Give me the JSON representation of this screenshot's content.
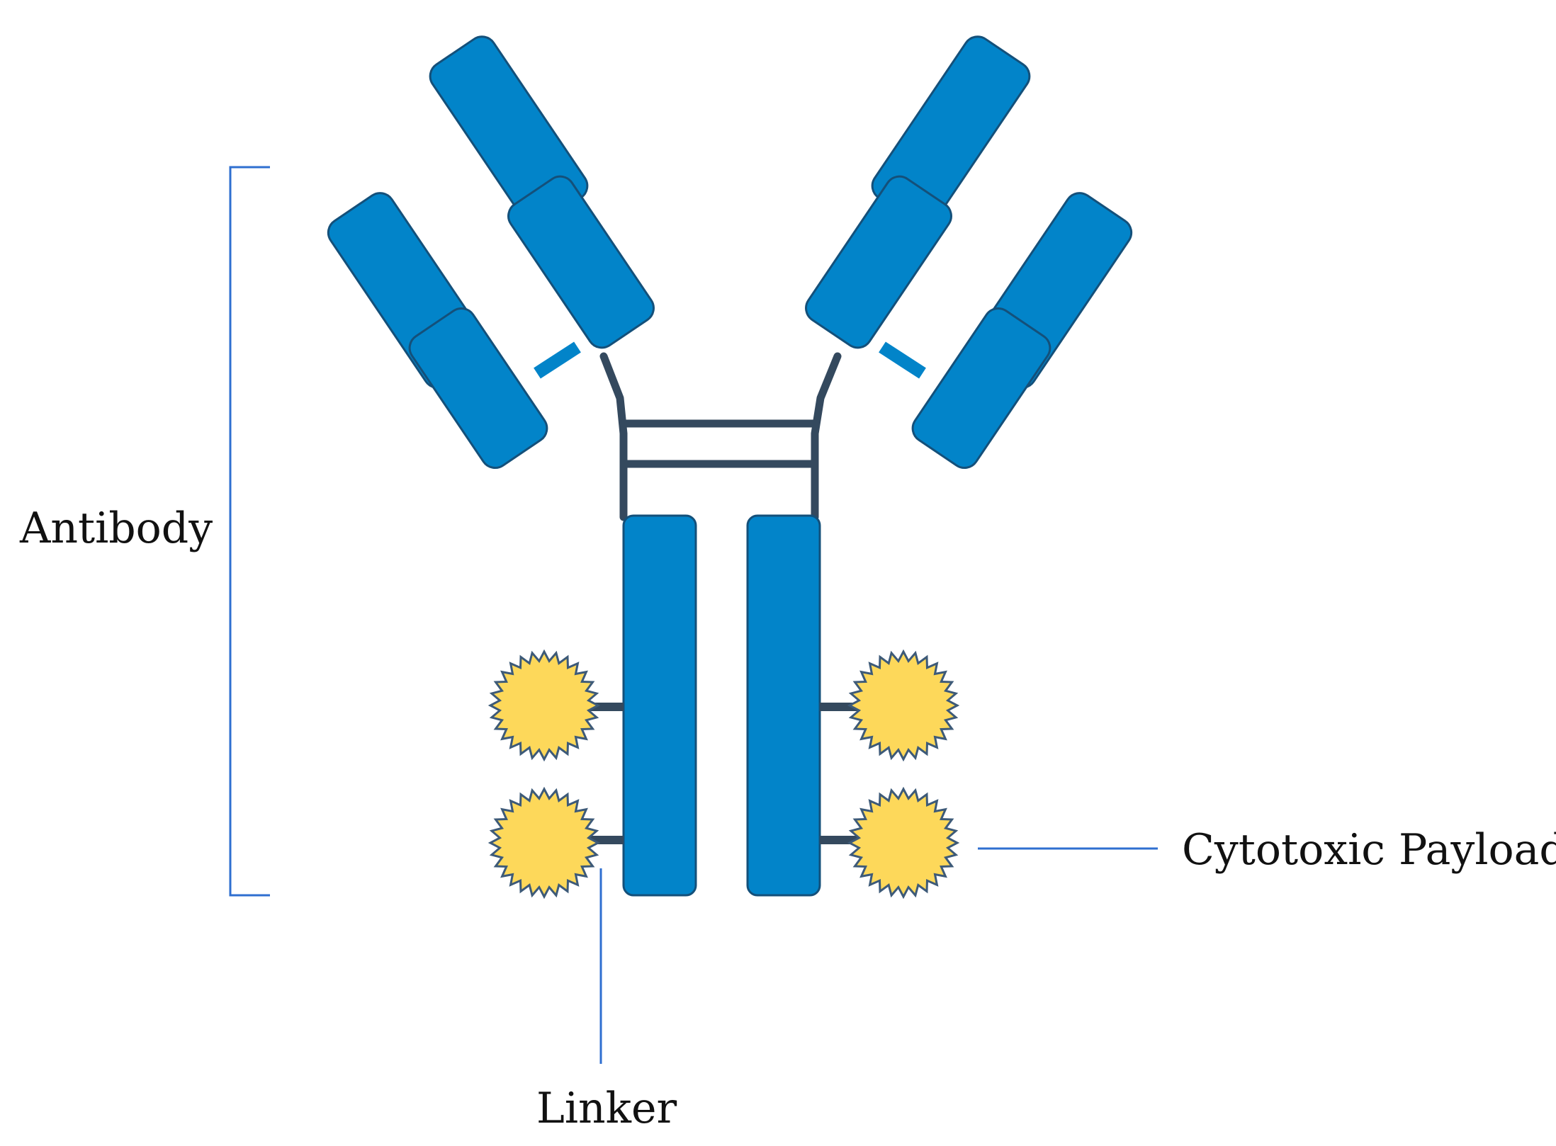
{
  "labels": {
    "antibody": "Antibody",
    "linker": "Linker",
    "payload": "Cytotoxic Payload"
  },
  "colors": {
    "antibody_domain": "#0284c9",
    "domain_outline": "#14507a",
    "hinge": "#34495e",
    "payload_fill": "#fdd85a",
    "payload_outline": "#3d5a78",
    "pointer_line": "#2f6fd0"
  }
}
